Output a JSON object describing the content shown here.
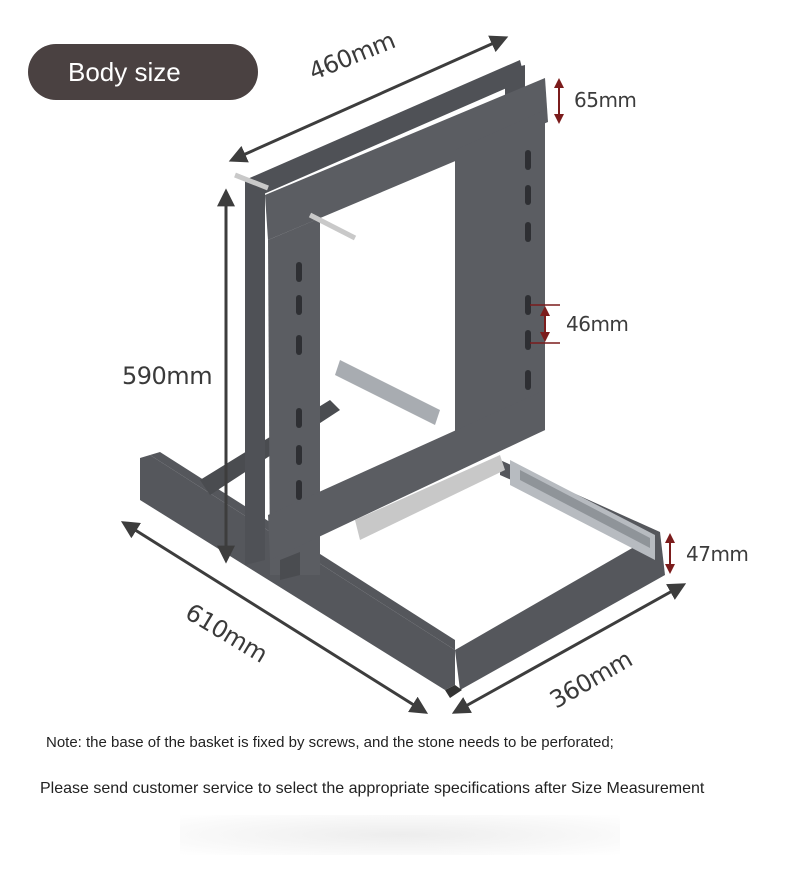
{
  "badge": {
    "label": "Body size"
  },
  "dimensions": {
    "width_top": "460mm",
    "height": "590mm",
    "top_gap": "65mm",
    "slot_gap": "46mm",
    "base_depth": "610mm",
    "base_width": "360mm",
    "base_height": "47mm"
  },
  "colors": {
    "badge_bg": "#4a4141",
    "frame": "#55575c",
    "arrow": "#3d3d3d",
    "small_arrow": "#7b1c1c"
  },
  "notes": {
    "line1": "Note: the base of the basket is fixed by screws, and the stone needs to be perforated;",
    "line2": "Please send customer service to select the appropriate specifications after Size Measurement"
  }
}
